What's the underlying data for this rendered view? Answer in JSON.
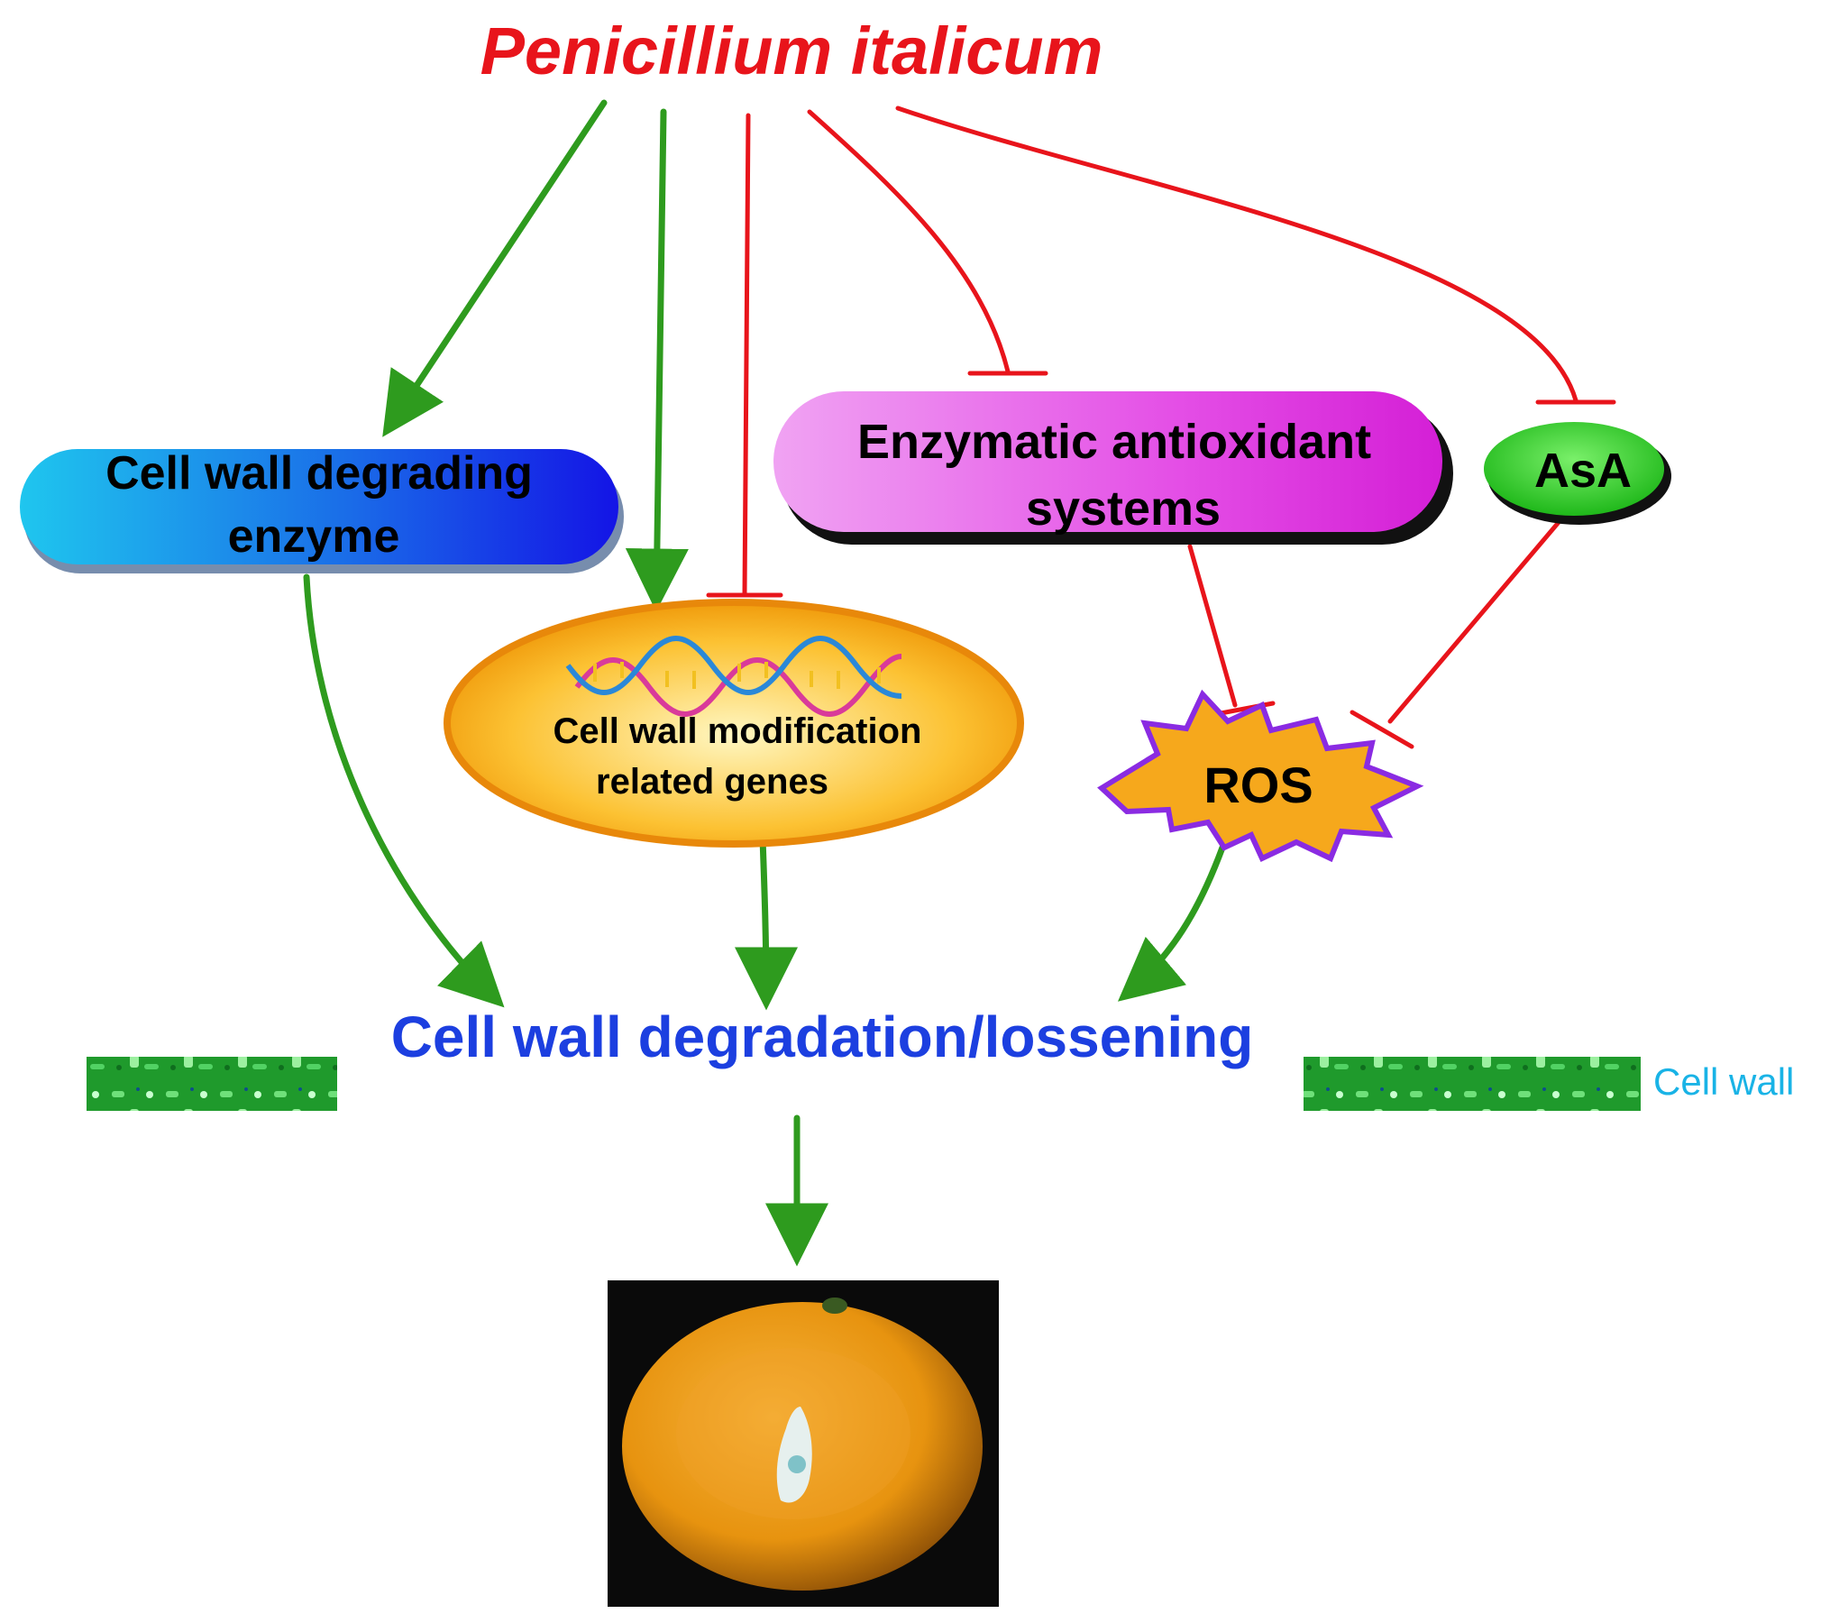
{
  "title": "Penicillium italicum",
  "nodes": {
    "cwde": {
      "line1": "Cell wall degrading",
      "line2": "enzyme"
    },
    "genes": {
      "line1": "Cell wall modification",
      "line2": "related genes"
    },
    "enzymatic": {
      "line1": "Enzymatic antioxidant",
      "line2": "systems"
    },
    "asa": "AsA",
    "ros": "ROS",
    "outcome": "Cell wall degradation/lossening",
    "cell_wall_label": "Cell wall"
  },
  "icons": {
    "dna": "dna-helix-icon",
    "orange": "infected-orange-photo",
    "cell_wall": "cell-wall-strip"
  },
  "colors": {
    "activate": "#2e9b1e",
    "inhibit": "#e8141b",
    "title": "#e8141b",
    "outcome": "#1c3fe0",
    "cell_wall_label": "#19b3e6"
  }
}
